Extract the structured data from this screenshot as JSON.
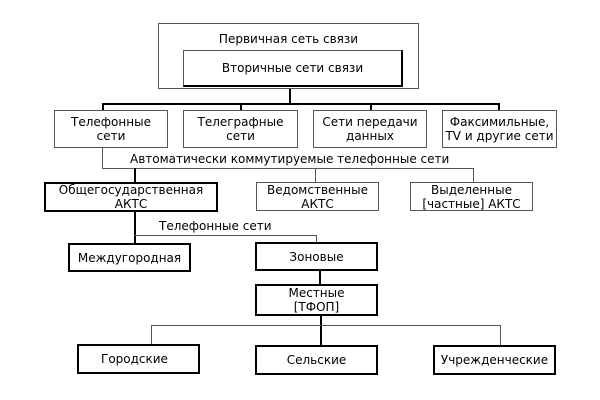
{
  "diagram": {
    "primary_network": "Первичная сеть связи",
    "secondary_networks": "Вторичные сети связи",
    "level1": [
      {
        "id": "telephone",
        "label": "Телефонные\nсети"
      },
      {
        "id": "telegraph",
        "label": "Телеграфные\nсети"
      },
      {
        "id": "data",
        "label": "Сети передачи\nданных"
      },
      {
        "id": "fax",
        "label": "Факсимильные,\nTV и другие сети"
      }
    ],
    "atn_label": "Автоматически коммутируемые телефонные сети",
    "level2": [
      {
        "id": "national",
        "label": "Общегосударственная\nАКТС"
      },
      {
        "id": "departmental",
        "label": "Ведомственные\nАКТС"
      },
      {
        "id": "private",
        "label": "Выделенные\n[частные] АКТС"
      }
    ],
    "phone_networks_label": "Телефонные сети",
    "level3": [
      {
        "id": "long_distance",
        "label": "Междугородная"
      },
      {
        "id": "zonal",
        "label": "Зоновые"
      }
    ],
    "local": {
      "id": "local",
      "label": "Местные\n[ТФОП]"
    },
    "level4": [
      {
        "id": "urban",
        "label": "Городские"
      },
      {
        "id": "rural",
        "label": "Сельские"
      },
      {
        "id": "institutional",
        "label": "Учрежденческие"
      }
    ]
  }
}
